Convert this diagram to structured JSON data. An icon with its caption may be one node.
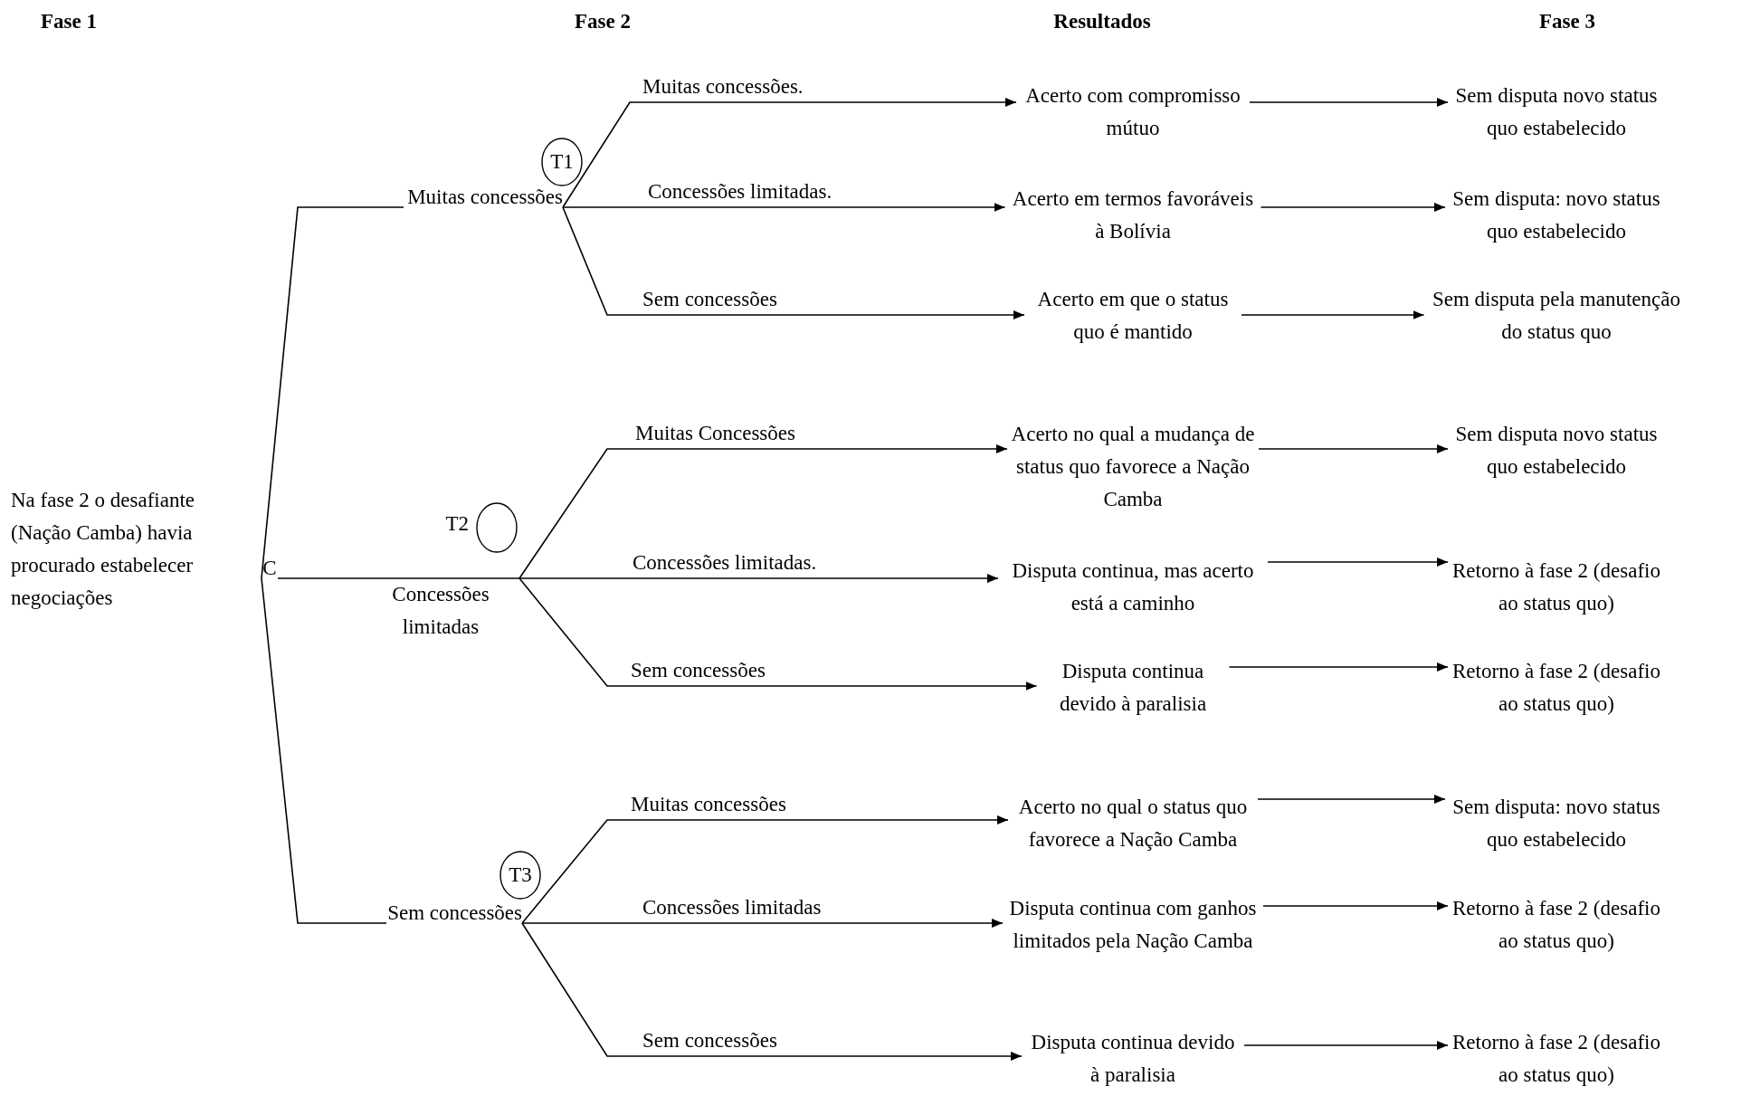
{
  "diagram": {
    "nodes": [
      {
        "text": [
          "C"
        ]
      },
      {
        "text": [
          "T1"
        ]
      },
      {
        "text": [
          "Muitas concessões"
        ]
      },
      {
        "text": [],
        "shape": "circle",
        "beside": [
          "T2"
        ]
      },
      {
        "text": [
          "Concessões limitadas"
        ]
      },
      {
        "text": [
          "T3"
        ]
      },
      {
        "text": [
          "Sem concessões"
        ]
      },
      {
        "text": [
          "Acerto com compromisso mútuo"
        ]
      },
      {
        "text": [
          "Acerto em termos favoráveis à Bolívia"
        ]
      },
      {
        "text": [
          "Acerto em que o status quo é mantido"
        ]
      },
      {
        "text": [
          "Acerto no qual a mudança de status quo favorece a Nação Camba"
        ]
      },
      {
        "text": [
          "Disputa continua, mas acerto está a caminho"
        ]
      },
      {
        "text": [
          "Disputa continua devido à paralisia"
        ]
      },
      {
        "text": [
          "Acerto no qual o status quo favorece a Nação Camba"
        ]
      },
      {
        "text": [
          "Disputa continua com ganhos limitados pela Nação Camba"
        ]
      },
      {
        "text": [
          "Disputa continua devido à paralisia"
        ]
      },
      {
        "text": [
          "Sem disputa novo status quo estabelecido"
        ]
      },
      {
        "text": [
          "Sem disputa: novo status quo estabelecido"
        ]
      },
      {
        "text": [
          "Sem disputa pela manutenção do status quo"
        ]
      },
      {
        "text": [
          "Sem disputa novo status quo estabelecido"
        ]
      },
      {
        "text": [
          "Retorno à fase 2 (desafio ao status quo)"
        ]
      },
      {
        "text": [
          "Retorno à fase 2 (desafio ao status quo)"
        ]
      },
      {
        "text": [
          "Sem disputa: novo status quo estabelecido"
        ]
      },
      {
        "text": [
          "Retorno à fase 2 (desafio ao status quo)"
        ]
      },
      {
        "text": [
          "Retorno à fase 2 (desafio ao status quo)"
        ]
      }
    ],
    "edges": [
      {
        "from": 0,
        "to": 2,
        "arrow": "none"
      },
      {
        "from": 0,
        "to": 4,
        "arrow": "none"
      },
      {
        "from": 0,
        "to": 6,
        "arrow": "none"
      },
      {
        "from": 2,
        "to": 7,
        "arrow": "to",
        "label": "Muitas concessões."
      },
      {
        "from": 2,
        "to": 8,
        "arrow": "to",
        "label": "Concessões limitadas."
      },
      {
        "from": 2,
        "to": 9,
        "arrow": "to",
        "label": "Sem concessões"
      },
      {
        "from": 4,
        "to": 10,
        "arrow": "to",
        "label": "Muitas Concessões"
      },
      {
        "from": 4,
        "to": 11,
        "arrow": "to",
        "label": "Concessões limitadas."
      },
      {
        "from": 4,
        "to": 12,
        "arrow": "to",
        "label": "Sem concessões"
      },
      {
        "from": 6,
        "to": 13,
        "arrow": "to",
        "label": "Muitas concessões"
      },
      {
        "from": 6,
        "to": 14,
        "arrow": "to",
        "label": "Concessões limitadas"
      },
      {
        "from": 6,
        "to": 15,
        "arrow": "to",
        "label": "Sem concessões"
      },
      {
        "from": 7,
        "to": 16,
        "arrow": "to"
      },
      {
        "from": 8,
        "to": 17,
        "arrow": "to"
      },
      {
        "from": 9,
        "to": 18,
        "arrow": "to"
      },
      {
        "from": 10,
        "to": 19,
        "arrow": "to"
      },
      {
        "from": 11,
        "to": 20,
        "arrow": "to"
      },
      {
        "from": 12,
        "to": 21,
        "arrow": "to"
      },
      {
        "from": 13,
        "to": 22,
        "arrow": "to"
      },
      {
        "from": 14,
        "to": 23,
        "arrow": "to"
      },
      {
        "from": 15,
        "to": 24,
        "arrow": "to"
      }
    ],
    "labels": [
      "Fase 1",
      "Fase 2",
      "Resultados",
      "Fase 3",
      "Na fase 2 o desafiante (Nação Camba) havia procurado estabelecer negociações"
    ]
  }
}
